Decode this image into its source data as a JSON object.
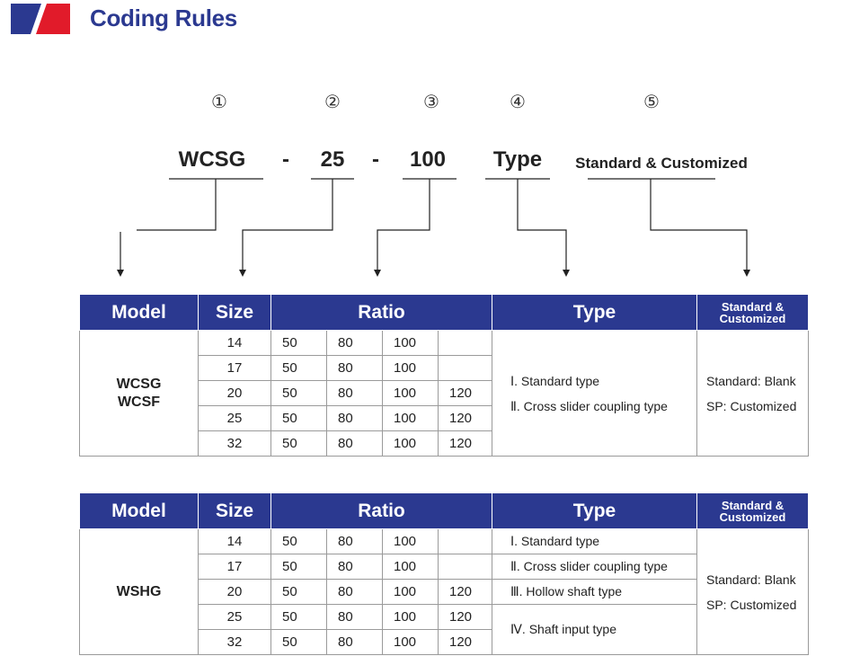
{
  "header": {
    "title": "Coding Rules",
    "logo_colors": {
      "red": "#e11b2a",
      "navy": "#2b3990"
    }
  },
  "code_diagram": {
    "markers": [
      "①",
      "②",
      "③",
      "④",
      "⑤"
    ],
    "segments": [
      "WCSG",
      "25",
      "100",
      "Type",
      "Standard & Customized"
    ],
    "separators": [
      "-",
      "-"
    ]
  },
  "table1": {
    "headers": {
      "model": "Model",
      "size": "Size",
      "ratio": "Ratio",
      "type": "Type",
      "standard": "Standard & Customized"
    },
    "models": [
      "WCSG",
      "WCSF"
    ],
    "rows": [
      {
        "size": "14",
        "ratios": [
          "50",
          "80",
          "100",
          ""
        ]
      },
      {
        "size": "17",
        "ratios": [
          "50",
          "80",
          "100",
          ""
        ]
      },
      {
        "size": "20",
        "ratios": [
          "50",
          "80",
          "100",
          "120"
        ]
      },
      {
        "size": "25",
        "ratios": [
          "50",
          "80",
          "100",
          "120"
        ]
      },
      {
        "size": "32",
        "ratios": [
          "50",
          "80",
          "100",
          "120"
        ]
      }
    ],
    "types": [
      "Ⅰ. Standard type",
      "Ⅱ. Cross slider coupling type"
    ],
    "standard": [
      "Standard: Blank",
      "SP: Customized"
    ]
  },
  "table2": {
    "headers": {
      "model": "Model",
      "size": "Size",
      "ratio": "Ratio",
      "type": "Type",
      "standard": "Standard & Customized"
    },
    "models": [
      "WSHG"
    ],
    "rows": [
      {
        "size": "14",
        "ratios": [
          "50",
          "80",
          "100",
          ""
        ]
      },
      {
        "size": "17",
        "ratios": [
          "50",
          "80",
          "100",
          ""
        ]
      },
      {
        "size": "20",
        "ratios": [
          "50",
          "80",
          "100",
          "120"
        ]
      },
      {
        "size": "25",
        "ratios": [
          "50",
          "80",
          "100",
          "120"
        ]
      },
      {
        "size": "32",
        "ratios": [
          "50",
          "80",
          "100",
          "120"
        ]
      }
    ],
    "types": [
      "Ⅰ. Standard type",
      "Ⅱ. Cross slider coupling type",
      "Ⅲ. Hollow shaft type",
      "Ⅳ. Shaft input type"
    ],
    "standard": [
      "Standard: Blank",
      "SP: Customized"
    ]
  }
}
